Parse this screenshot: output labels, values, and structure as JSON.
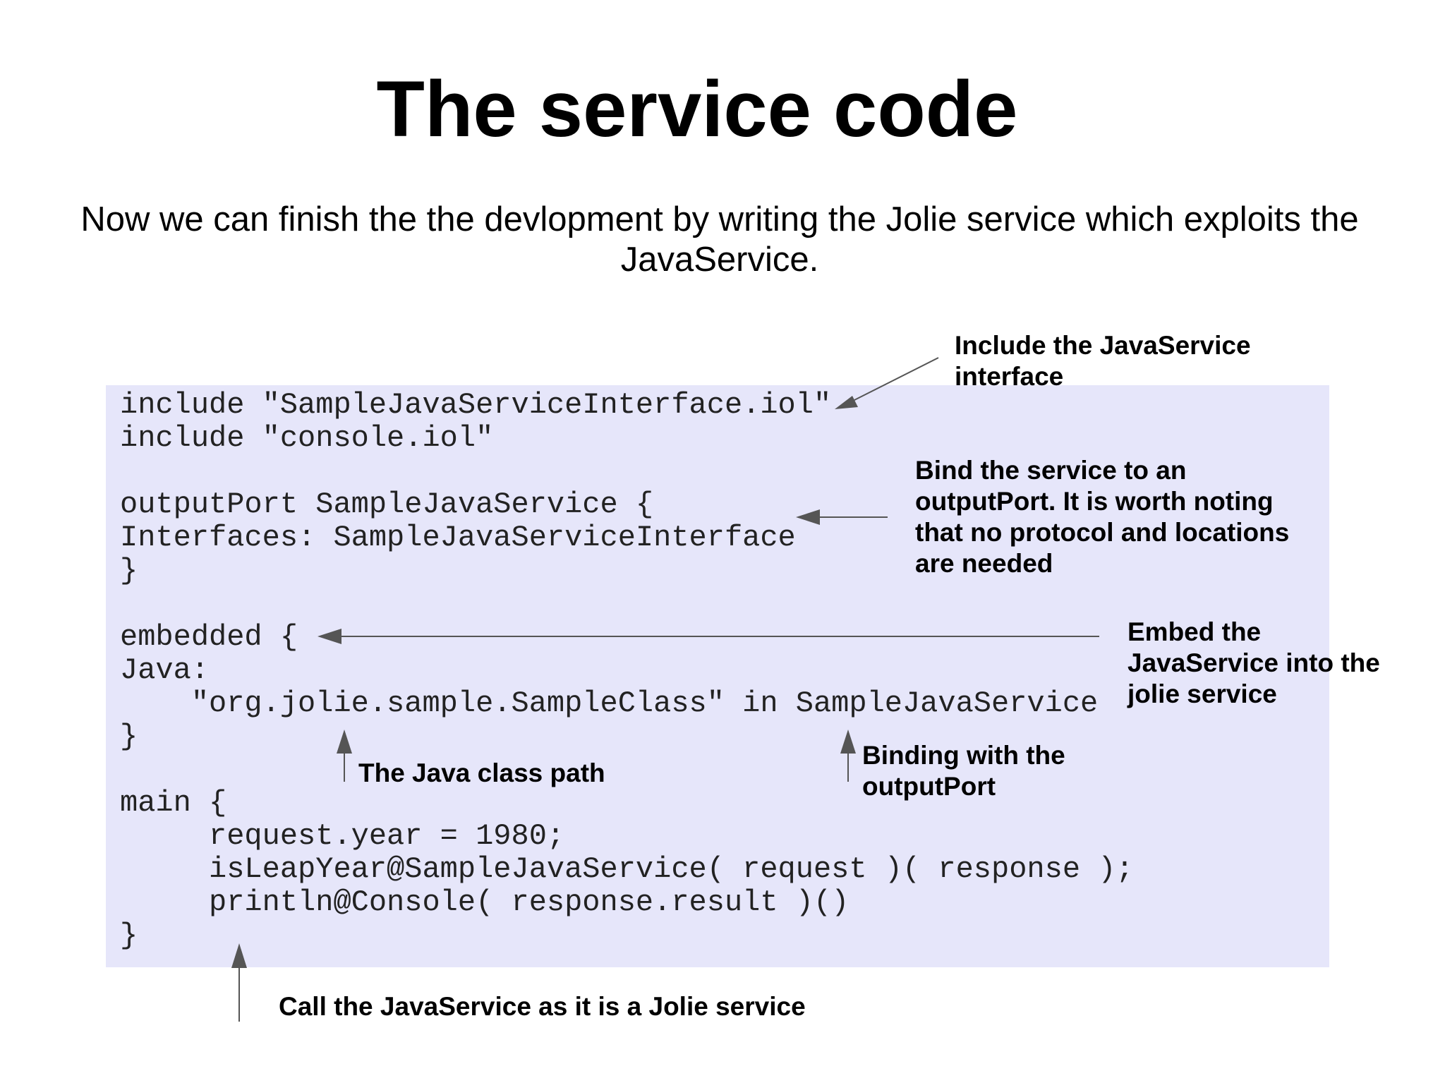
{
  "slide": {
    "title": "The service code",
    "subtitle": "Now we can finish the the devlopment by writing the Jolie service which exploits the JavaService."
  },
  "code": {
    "lines": [
      "include \"SampleJavaServiceInterface.iol\"",
      "include \"console.iol\"",
      "",
      "outputPort SampleJavaService {",
      "Interfaces: SampleJavaServiceInterface",
      "}",
      "",
      "embedded {",
      "Java:",
      "    \"org.jolie.sample.SampleClass\" in SampleJavaService",
      "}",
      "",
      "main {",
      "     request.year = 1980;",
      "     isLeapYear@SampleJavaService( request )( response );",
      "     println@Console( response.result )()",
      "}"
    ]
  },
  "annotations": {
    "include_interface": [
      "Include the JavaService",
      "interface"
    ],
    "bind_output_port": [
      "Bind the service to an",
      "outputPort. It is worth noting",
      "that no protocol and locations",
      "are needed"
    ],
    "embed_service": [
      "Embed the",
      "JavaService into the",
      "jolie service"
    ],
    "java_class_path": [
      "The Java class path"
    ],
    "binding_output_port": [
      "Binding with the",
      "outputPort"
    ],
    "call_service": [
      "Call the JavaService as it is a Jolie service"
    ]
  },
  "colors": {
    "code_background": "#e6e6fa",
    "code_text": "#222222",
    "arrow": "#555555"
  }
}
